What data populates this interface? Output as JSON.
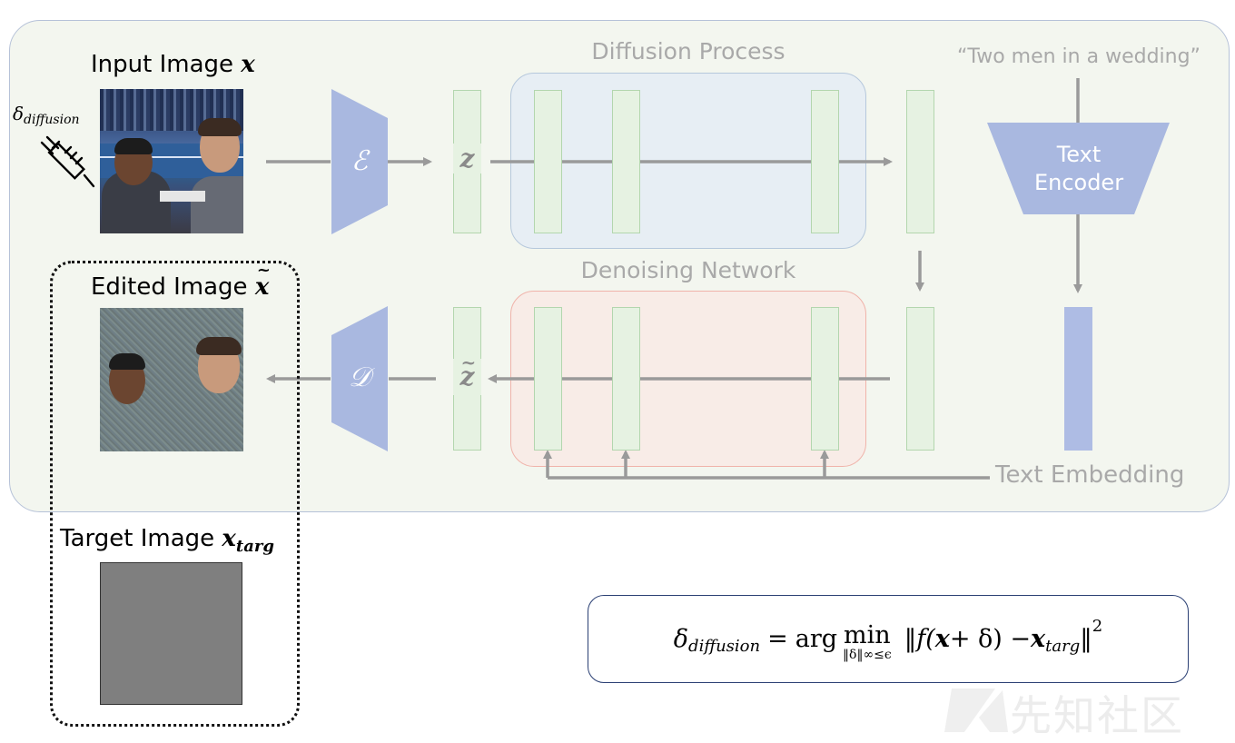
{
  "labels": {
    "input_image": "Input Image",
    "input_var": "x",
    "edited_image": "Edited Image",
    "edited_var": "x",
    "target_image": "Target Image",
    "target_var": "x",
    "target_sub": "targ",
    "delta_symbol": "δ",
    "delta_sub": "diffusion",
    "diffusion_process": "Diffusion Process",
    "denoising_network": "Denoising Network",
    "prompt": "“Two men in a wedding”",
    "text_encoder_line1": "Text",
    "text_encoder_line2": "Encoder",
    "text_embedding": "Text Embedding",
    "encoder_symbol": "ℰ",
    "decoder_symbol": "𝒟",
    "latent_z": "z",
    "latent_z_tilde": "z",
    "watermark": "先知社区"
  },
  "formula": {
    "lhs": "δ",
    "lhs_sub": "diffusion",
    "eq": "=",
    "arg": "arg",
    "min": "min",
    "constraint": "‖δ‖∞≤ϵ",
    "body_pre": "f(",
    "x": "x",
    "plus_delta": " + δ) − ",
    "x2": "x",
    "targ": "targ",
    "power": "2"
  },
  "colors": {
    "panel_bg": "#f3f6ef",
    "panel_border": "#b6c2d8",
    "trapezoid": "#a9b8e0",
    "latent_fill": "#e6f2e2",
    "latent_border": "#b3d6ae",
    "diffusion_box": "#e7eef4",
    "denoise_box": "#f8ece7",
    "denoise_border": "#f0b3aa",
    "arrow": "#9a9a9a",
    "embedding_bar": "#aebce4",
    "target_gray": "#7f7f7f"
  }
}
